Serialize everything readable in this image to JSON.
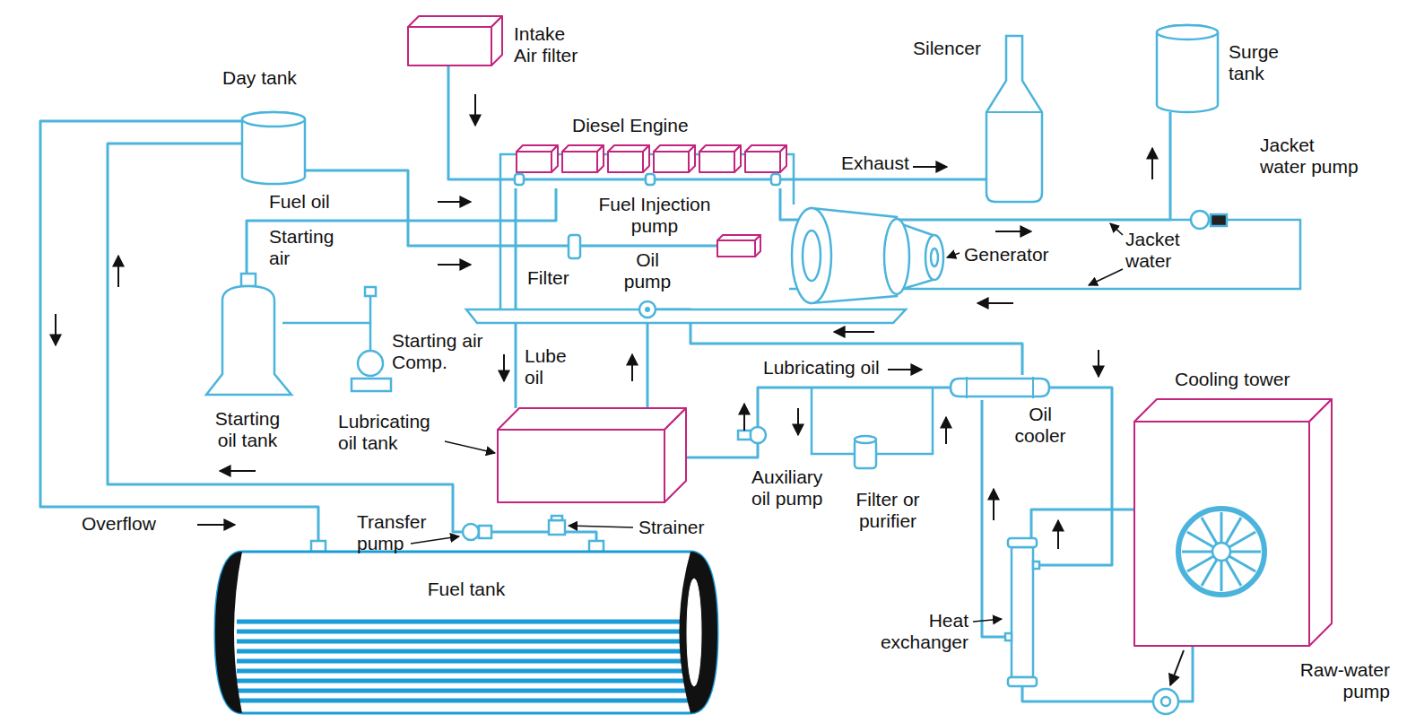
{
  "diagram": {
    "nodes": [
      {
        "text": [
          "Intake Air filter"
        ]
      },
      {
        "text": [
          "Silencer"
        ]
      },
      {
        "text": [
          "Surge tank"
        ]
      },
      {
        "text": [
          "Day tank"
        ]
      },
      {
        "text": [
          "Diesel Engine"
        ]
      },
      {
        "text": [
          "Fuel Injection pump"
        ]
      },
      {
        "text": [
          "Oil pump"
        ]
      },
      {
        "text": [
          "Starting oil tank"
        ]
      },
      {
        "text": [
          "Lubricating oil tank"
        ]
      },
      {
        "text": [
          "Oil cooler"
        ]
      },
      {
        "text": [
          "Cooling tower"
        ]
      },
      {
        "text": [
          "Heat exchanger"
        ]
      },
      {
        "text": [
          "Fuel tank"
        ]
      }
    ],
    "edges": [
      {
        "from": 0,
        "to": 4,
        "arrow": "none"
      },
      {
        "from": 4,
        "to": 1,
        "label": "Exhaust",
        "arrow": "none"
      },
      {
        "from": 4,
        "to": 2,
        "arrow": "none"
      },
      {
        "from": 3,
        "to": 5,
        "arrow": "none"
      },
      {
        "from": 7,
        "to": 4,
        "arrow": "none"
      },
      {
        "from": 12,
        "to": 3,
        "arrow": "none"
      },
      {
        "from": 3,
        "to": 12,
        "label": "Overflow",
        "arrow": "none"
      },
      {
        "from": 8,
        "to": 6,
        "arrow": "none"
      },
      {
        "from": 9,
        "to": 6,
        "arrow": "none"
      },
      {
        "from": 4,
        "to": 8,
        "arrow": "none"
      },
      {
        "from": 8,
        "to": 9,
        "label": "Lubricating oil",
        "arrow": "none"
      },
      {
        "from": 11,
        "to": 9,
        "arrow": "none"
      },
      {
        "from": 9,
        "to": 11,
        "arrow": "none"
      },
      {
        "from": 11,
        "to": 10,
        "arrow": "none"
      },
      {
        "from": 10,
        "to": 11,
        "arrow": "none"
      }
    ],
    "labels": [
      "Fuel oil",
      "Starting air",
      "Filter",
      "Starting air Comp.",
      "Lube oil",
      "Auxiliary oil pump",
      "Filter or purifier",
      "Generator",
      "Jacket water pump",
      "Jacket water",
      "Transfer pump",
      "Strainer",
      "Raw-water pump"
    ]
  }
}
